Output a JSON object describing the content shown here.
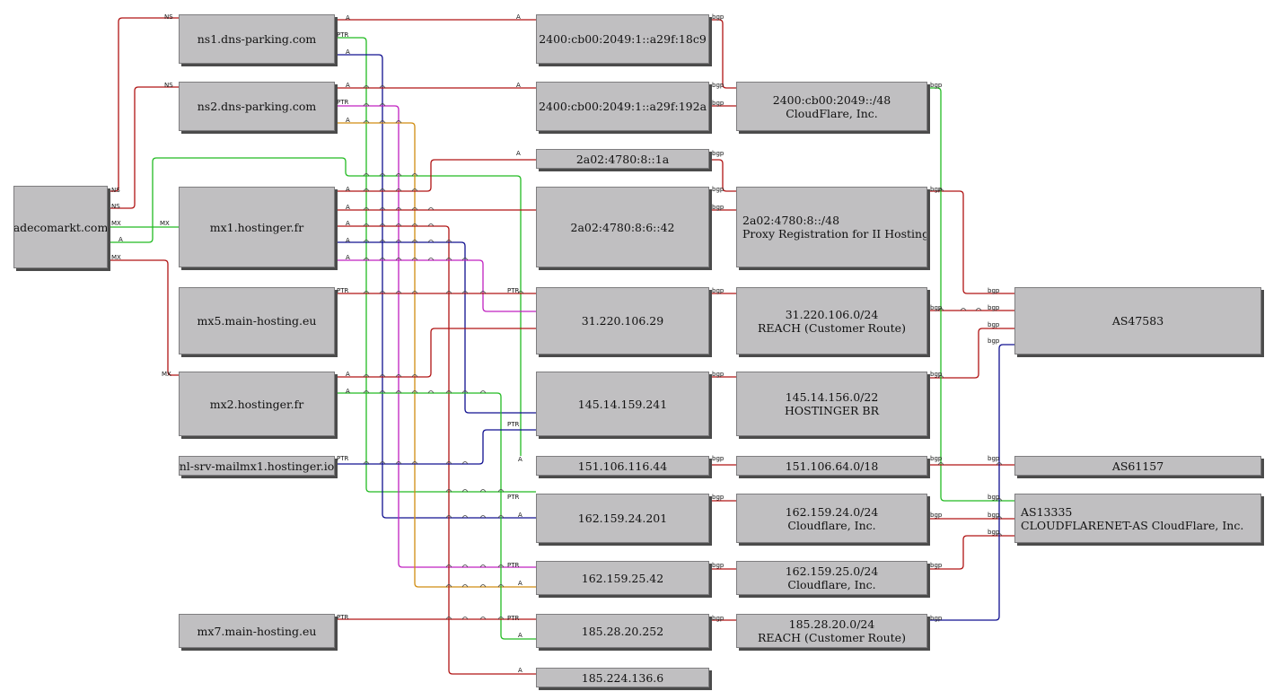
{
  "colors": {
    "red": "#b01414",
    "green": "#22bb22",
    "navy": "#101090",
    "magenta": "#c020c0",
    "orange": "#d08c10",
    "node_fill": "#c0bfc1"
  },
  "nodes": {
    "adecomarkt": {
      "lines": [
        "adecomarkt.com"
      ]
    },
    "ns1": {
      "lines": [
        "ns1.dns-parking.com"
      ]
    },
    "ns2": {
      "lines": [
        "ns2.dns-parking.com"
      ]
    },
    "mx1": {
      "lines": [
        "mx1.hostinger.fr"
      ]
    },
    "mx5": {
      "lines": [
        "mx5.main-hosting.eu"
      ]
    },
    "mx2": {
      "lines": [
        "mx2.hostinger.fr"
      ]
    },
    "nlsrv": {
      "lines": [
        "nl-srv-mailmx1.hostinger.io"
      ]
    },
    "mx7": {
      "lines": [
        "mx7.main-hosting.eu"
      ]
    },
    "ip_18c9": {
      "lines": [
        "2400:cb00:2049:1::a29f:18c9"
      ]
    },
    "ip_192a": {
      "lines": [
        "2400:cb00:2049:1::a29f:192a"
      ]
    },
    "ip_1a": {
      "lines": [
        "2a02:4780:8::1a"
      ]
    },
    "ip_42": {
      "lines": [
        "2a02:4780:8:6::42"
      ]
    },
    "ip_31": {
      "lines": [
        "31.220.106.29"
      ]
    },
    "ip_145": {
      "lines": [
        "145.14.159.241"
      ]
    },
    "ip_151": {
      "lines": [
        "151.106.116.44"
      ]
    },
    "ip_162_24": {
      "lines": [
        "162.159.24.201"
      ]
    },
    "ip_162_25": {
      "lines": [
        "162.159.25.42"
      ]
    },
    "ip_185_28": {
      "lines": [
        "185.28.20.252"
      ]
    },
    "ip_185_224": {
      "lines": [
        "185.224.136.6"
      ]
    },
    "net_cf48": {
      "lines": [
        "2400:cb00:2049::/48",
        "CloudFlare, Inc."
      ]
    },
    "net_2a02": {
      "lines": [
        "2a02:4780:8::/48",
        "Proxy Registration for II Hosting"
      ]
    },
    "net_31": {
      "lines": [
        "31.220.106.0/24",
        "REACH (Customer Route)"
      ]
    },
    "net_145": {
      "lines": [
        "145.14.156.0/22",
        "HOSTINGER BR"
      ]
    },
    "net_151": {
      "lines": [
        "151.106.64.0/18"
      ]
    },
    "net_162_24": {
      "lines": [
        "162.159.24.0/24",
        "Cloudflare, Inc."
      ]
    },
    "net_162_25": {
      "lines": [
        "162.159.25.0/24",
        "Cloudflare, Inc."
      ]
    },
    "net_185": {
      "lines": [
        "185.28.20.0/24",
        "REACH (Customer Route)"
      ]
    },
    "as47583": {
      "lines": [
        "AS47583"
      ]
    },
    "as61157": {
      "lines": [
        "AS61157"
      ]
    },
    "as13335": {
      "lines": [
        "AS13335",
        "CLOUDFLARENET-AS CloudFlare, Inc."
      ]
    }
  },
  "edge_types": {
    "ns": "NS",
    "mx": "MX",
    "a": "A",
    "ptr": "PTR",
    "bgp": "bgp"
  }
}
